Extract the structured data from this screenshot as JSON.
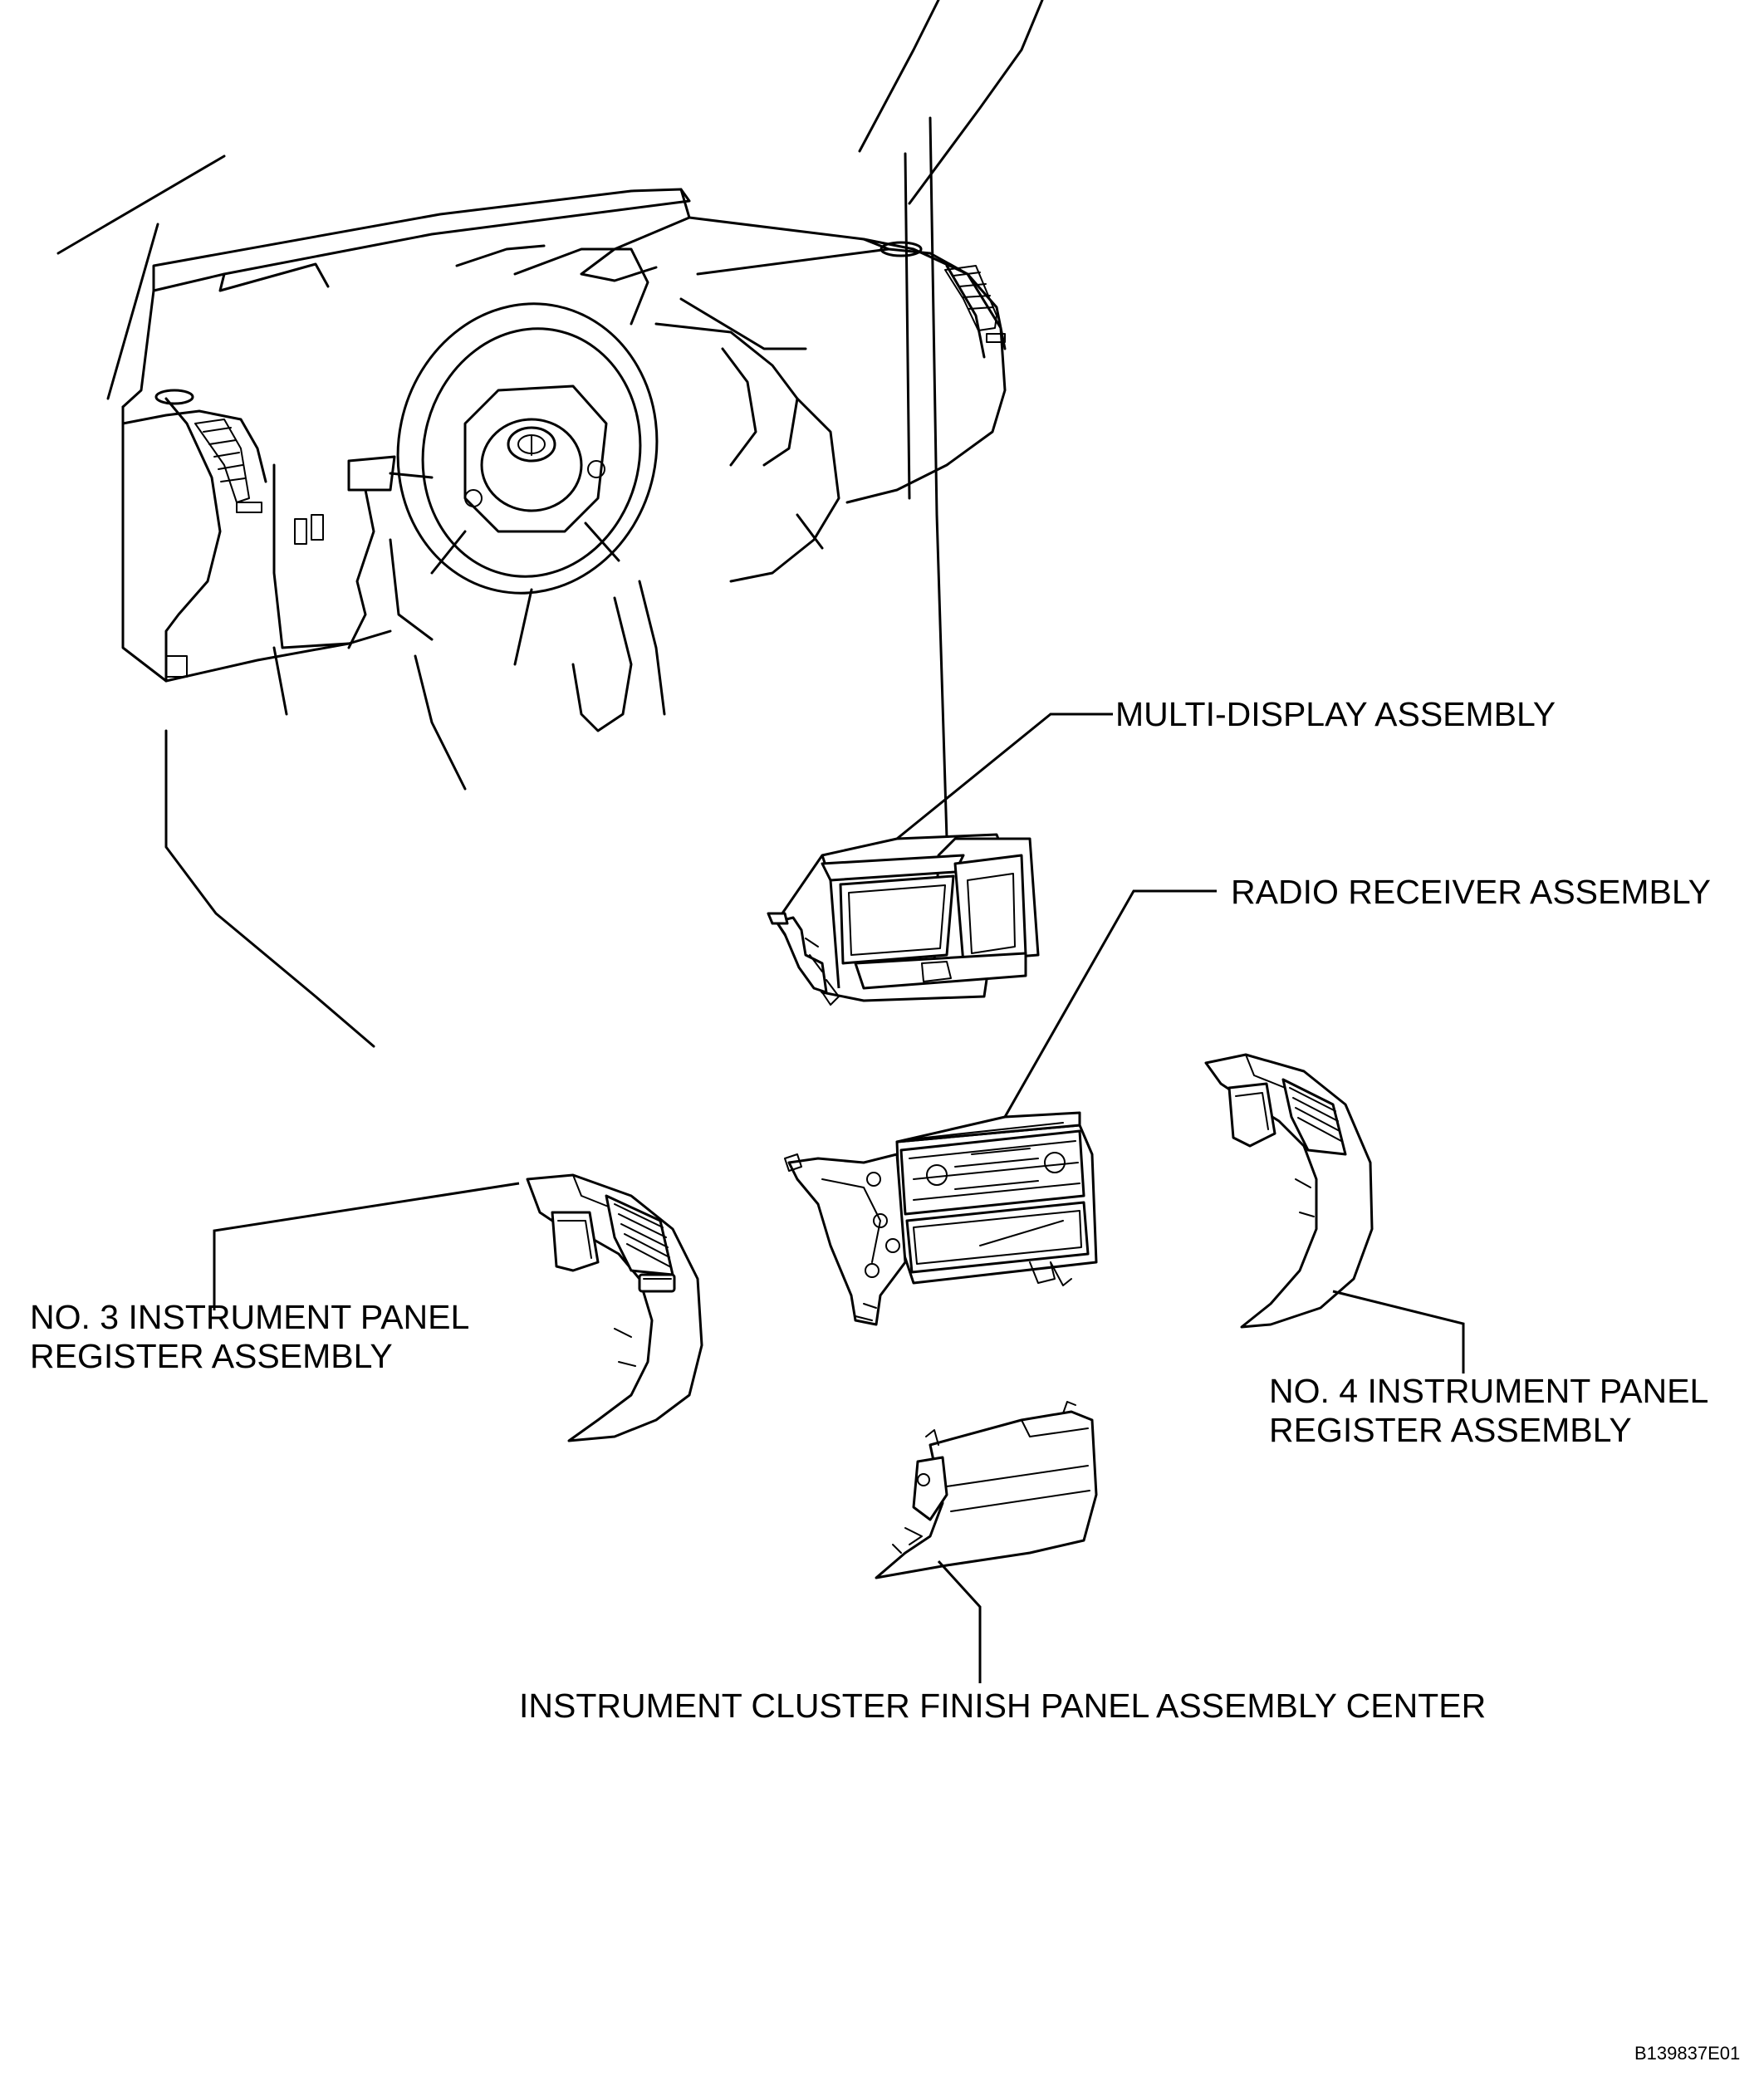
{
  "labels": {
    "multi_display": "MULTI-DISPLAY ASSEMBLY",
    "radio_receiver": "RADIO RECEIVER ASSEMBLY",
    "no3_register_line1": "NO. 3 INSTRUMENT PANEL",
    "no3_register_line2": "REGISTER ASSEMBLY",
    "no4_register_line1": "NO. 4 INSTRUMENT PANEL",
    "no4_register_line2": "REGISTER ASSEMBLY",
    "cluster_finish_panel": "INSTRUMENT CLUSTER FINISH PANEL ASSEMBLY CENTER"
  },
  "figure_code": "B139837E01"
}
